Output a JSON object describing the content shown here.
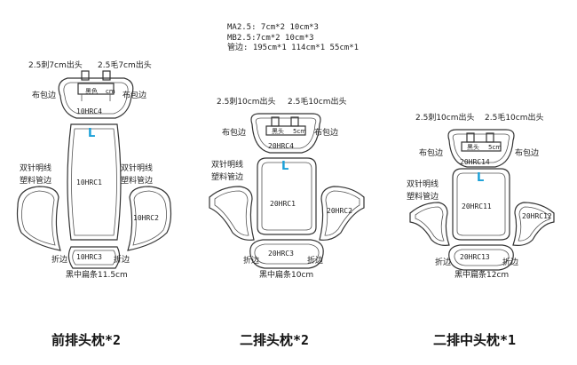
{
  "specs": {
    "line1": "MA2.5: 7cm*2  10cm*3",
    "line2": "MB2.5:7cm*2  10cm*3",
    "line3": "管边: 195cm*1  114cm*1  55cm*1"
  },
  "pillows": [
    {
      "title": "前排头枕*2",
      "label_top_left": "2.5刺7cm出头",
      "label_top_right": "2.5毛7cm出头",
      "label_cloth_left": "布包边",
      "label_cloth_right": "布包边",
      "label_hook": "黑色",
      "label_hook_size": "cm",
      "label_stitch_left": "双针明线",
      "label_pipe_left": "塑料管边",
      "label_stitch_right": "双针明线",
      "label_pipe_right": "塑料管边",
      "label_fold_left": "折边",
      "label_fold_right": "折边",
      "label_strip": "黑中扁条11.5cm",
      "code_top": "10HRC4",
      "code_center": "10HRC1",
      "code_side": "10HRC2",
      "code_bottom": "10HRC3",
      "side_mark": "L"
    },
    {
      "title": "二排头枕*2",
      "label_top_left": "2.5刺10cm出头",
      "label_top_right": "2.5毛10cm出头",
      "label_cloth_left": "布包边",
      "label_cloth_right": "布包边",
      "label_hook": "黑头",
      "label_hook_size": "5cm",
      "label_stitch_left": "双针明线",
      "label_pipe_left": "塑料管边",
      "label_fold_left": "折边",
      "label_fold_right": "折边",
      "label_strip": "黑中扁条10cm",
      "code_top": "20HRC4",
      "code_center": "20HRC1",
      "code_side": "20HRC2",
      "code_bottom": "20HRC3",
      "side_mark": "L"
    },
    {
      "title": "二排中头枕*1",
      "label_top_left": "2.5刺10cm出头",
      "label_top_right": "2.5毛10cm出头",
      "label_cloth_left": "布包边",
      "label_cloth_right": "布包边",
      "label_hook": "黑头",
      "label_hook_size": "5cm",
      "label_stitch_left": "双针明线",
      "label_pipe_left": "塑料管边",
      "label_fold_left": "折边",
      "label_fold_right": "折边",
      "label_strip": "黑中扁条12cm",
      "code_top": "20HRC14",
      "code_center": "20HRC11",
      "code_side": "20HRC12",
      "code_bottom": "20HRC13",
      "side_mark": "L"
    }
  ]
}
